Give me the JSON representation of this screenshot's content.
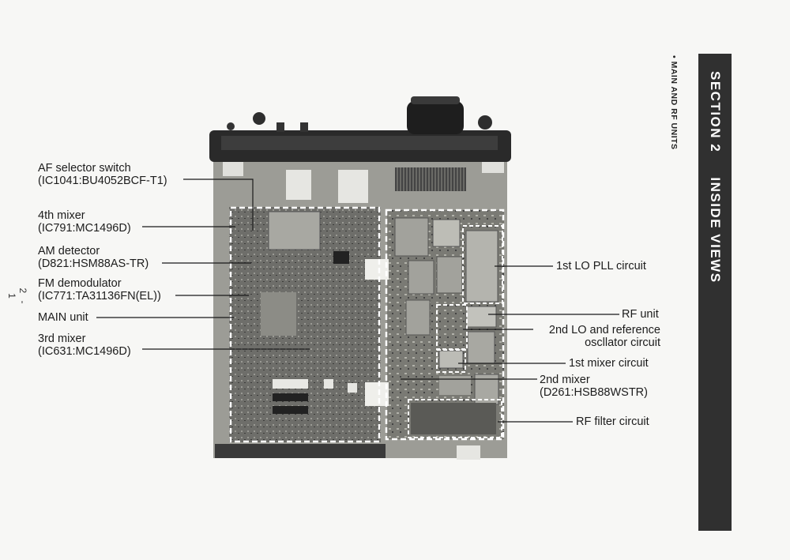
{
  "page": {
    "number": "2 - 1"
  },
  "section": {
    "title": "SECTION 2     INSIDE VIEWS"
  },
  "subheading": "• MAIN AND RF UNITS",
  "left_labels": [
    {
      "name": "AF selector switch",
      "part": "(IC1041:BU4052BCF-T1)"
    },
    {
      "name": "4th mixer",
      "part": "(IC791:MC1496D)"
    },
    {
      "name": "AM detector",
      "part": "(D821:HSM88AS-TR)"
    },
    {
      "name": "FM demodulator",
      "part": "(IC771:TA31136FN(EL))"
    },
    {
      "name": "MAIN unit",
      "part": ""
    },
    {
      "name": "3rd mixer",
      "part": "(IC631:MC1496D)"
    }
  ],
  "right_labels": [
    {
      "name": "1st LO PLL circuit",
      "part": ""
    },
    {
      "name": "RF unit",
      "part": ""
    },
    {
      "name": "2nd LO and reference",
      "part": "oscllator circuit"
    },
    {
      "name": "1st mixer circuit",
      "part": ""
    },
    {
      "name": "2nd mixer",
      "part": "(D261:HSB88WSTR)"
    },
    {
      "name": "RF filter circuit",
      "part": ""
    }
  ]
}
